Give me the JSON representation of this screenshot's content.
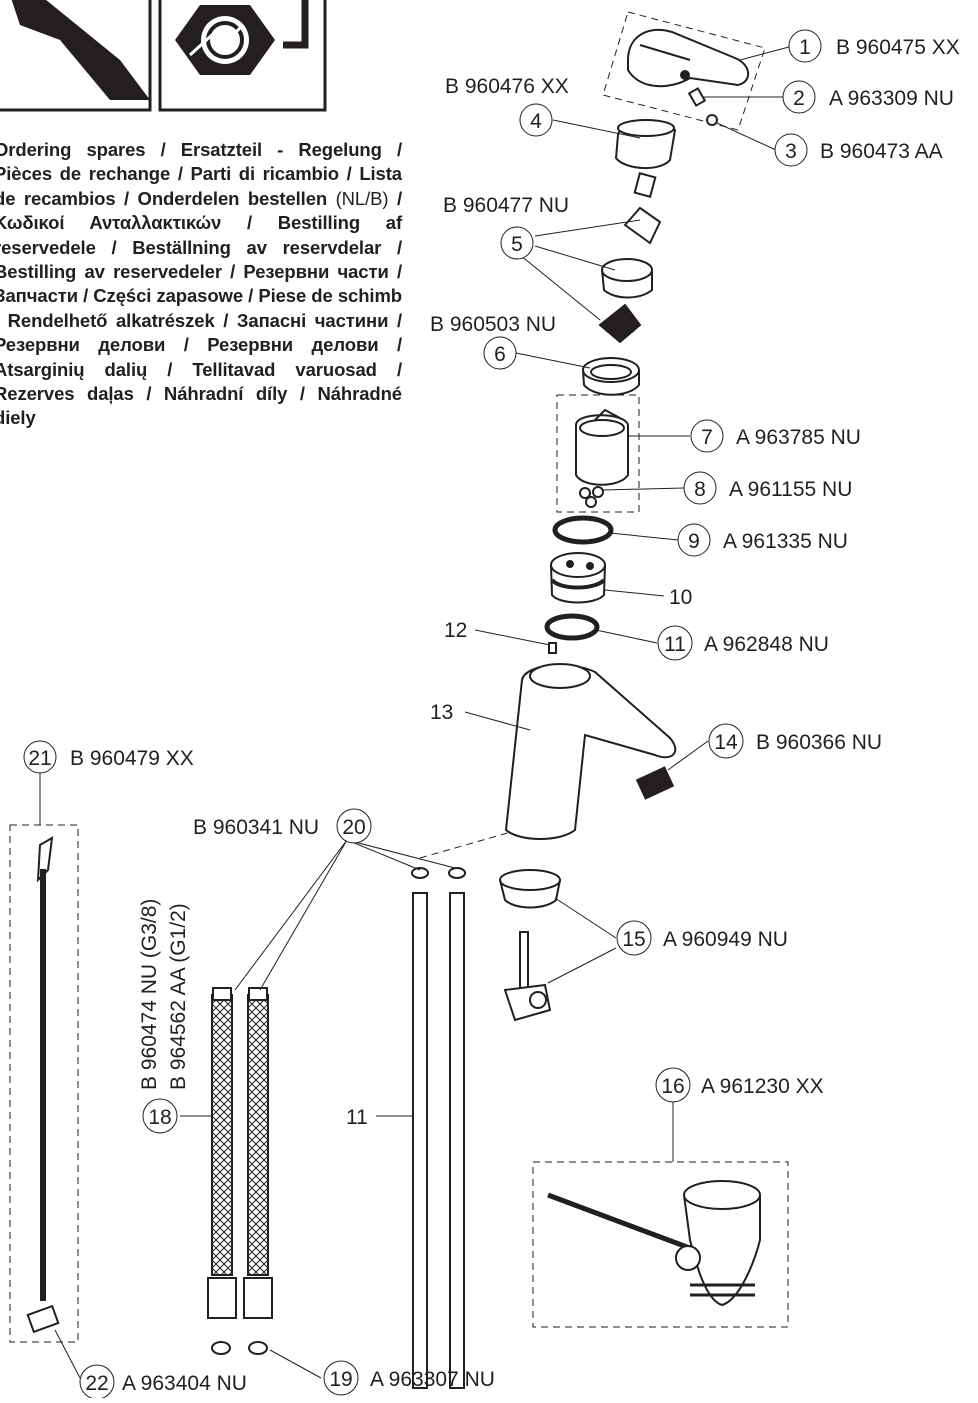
{
  "ordering_spares": {
    "part1": "Ordering spares / Ersatzteil - Regelung / Pièces de rechange / Parti di ricambio / Lista  de recambios / Onderdelen bestellen ",
    "part2": "(NL/B)",
    "part3": " / Κωδικοί Ανταλλακτικών / Bestilling af reservedele / Beställning av reservdelar / Bestilling av reservedeler / Резервни части / Запчасти / Części zapasowe / Piese de schimb / Rendelhető alkatrészek / Запасні частини / Резервни делови / Резервни делови / Atsarginių dalių / Tellitavad varuosad / Rezerves daļas / Náhradní díly / Náhradné diely"
  },
  "callouts": [
    {
      "n": "1",
      "code": "B 960475 XX"
    },
    {
      "n": "2",
      "code": "A 963309 NU"
    },
    {
      "n": "3",
      "code": "B 960473 AA"
    },
    {
      "n": "4",
      "code": "B 960476 XX"
    },
    {
      "n": "5",
      "code": "B 960477 NU"
    },
    {
      "n": "6",
      "code": "B 960503 NU"
    },
    {
      "n": "7",
      "code": "A 963785 NU"
    },
    {
      "n": "8",
      "code": "A 961155 NU"
    },
    {
      "n": "9",
      "code": "A 961335 NU"
    },
    {
      "n": "10",
      "code": ""
    },
    {
      "n": "11",
      "code": "A 962848 NU"
    },
    {
      "n": "12",
      "code": ""
    },
    {
      "n": "13",
      "code": ""
    },
    {
      "n": "14",
      "code": "B 960366 NU"
    },
    {
      "n": "15",
      "code": "A 960949 NU"
    },
    {
      "n": "16",
      "code": "A 961230 XX"
    },
    {
      "n": "18",
      "code": "B 960474 NU (G3/8)",
      "code2": "B 964562 AA (G1/2)"
    },
    {
      "n": "19",
      "code": "A 963307 NU"
    },
    {
      "n": "20",
      "code": "B 960341 NU"
    },
    {
      "n": "21",
      "code": "B 960479 XX"
    },
    {
      "n": "22",
      "code": "A 963404 NU"
    },
    {
      "n": "11",
      "code": ""
    }
  ]
}
